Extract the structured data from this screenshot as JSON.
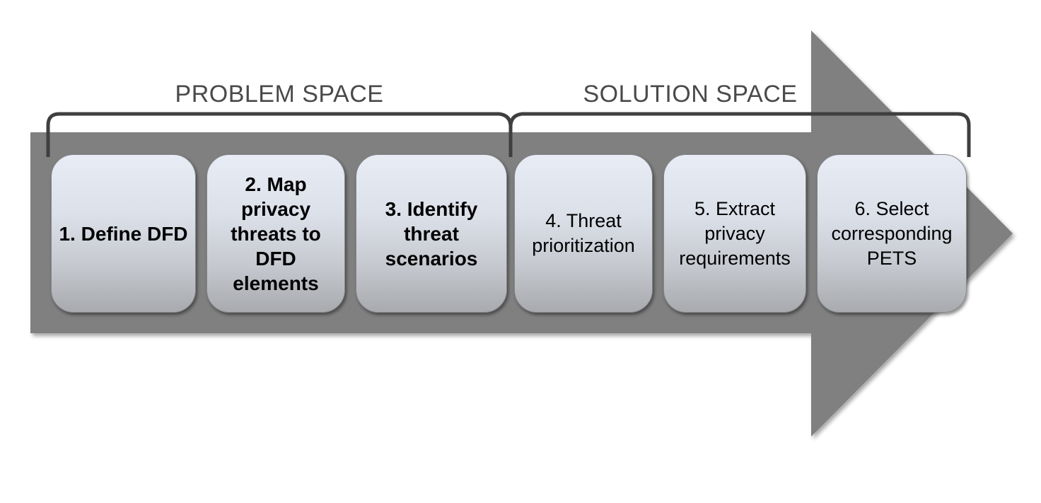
{
  "diagram": {
    "problem_space_label": "PROBLEM SPACE",
    "solution_space_label": "SOLUTION SPACE",
    "steps": [
      {
        "label": "1. Define DFD",
        "space": "problem"
      },
      {
        "label": "2. Map privacy threats to DFD elements",
        "space": "problem"
      },
      {
        "label": "3. Identify threat scenarios",
        "space": "problem"
      },
      {
        "label": "4. Threat prioritization",
        "space": "solution"
      },
      {
        "label": "5. Extract privacy requirements",
        "space": "solution"
      },
      {
        "label": "6. Select corresponding PETS",
        "space": "solution"
      }
    ],
    "colors": {
      "background": "#ffffff",
      "arrow": "#808080",
      "bracket": "#3f3f3f",
      "label_text": "#4a4a4a",
      "box_text": "#000000",
      "box_gradient_top": "#e8ecf5",
      "box_gradient_bottom": "#a8aaae",
      "box_border": "#85878a"
    }
  }
}
